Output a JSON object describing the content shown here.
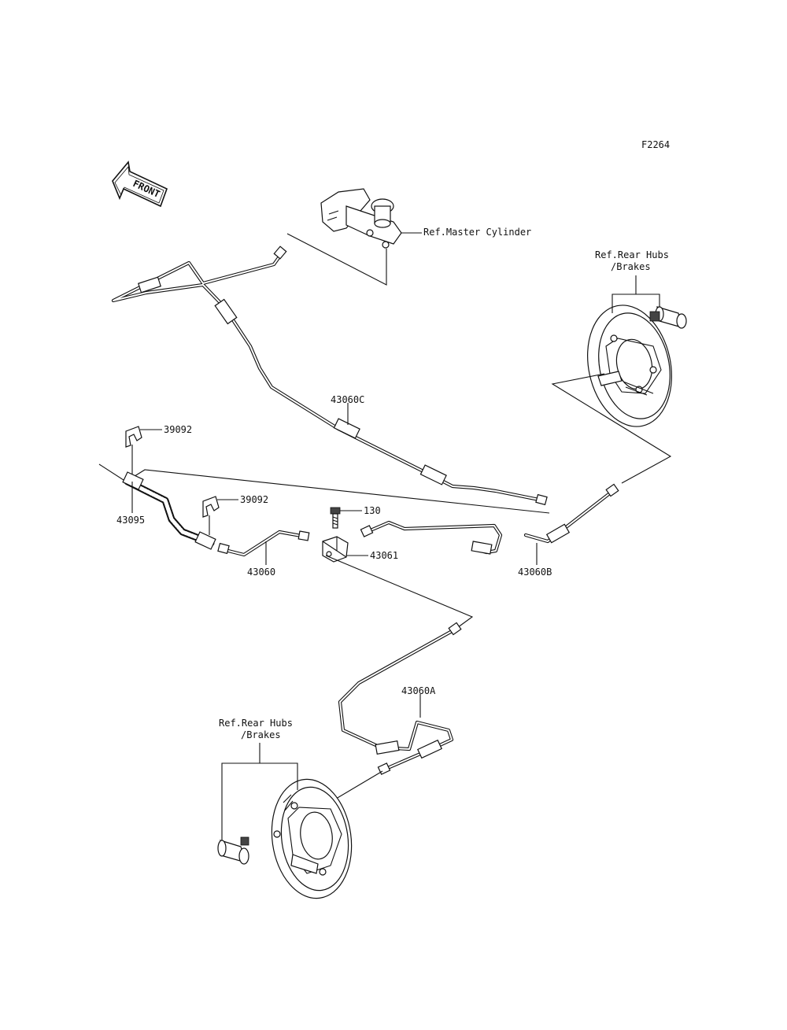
{
  "diagram_code": "F2264",
  "front_label": "FRONT",
  "refs": {
    "master_cylinder": "Ref.Master Cylinder",
    "rear_hubs_right_l1": "Ref.Rear Hubs",
    "rear_hubs_right_l2": "/Brakes",
    "rear_hubs_left_l1": "Ref.Rear Hubs",
    "rear_hubs_left_l2": "/Brakes"
  },
  "parts": {
    "p43060C": "43060C",
    "p39092_a": "39092",
    "p39092_b": "39092",
    "p43095": "43095",
    "p43060": "43060",
    "p130": "130",
    "p43061": "43061",
    "p43060B": "43060B",
    "p43060A": "43060A"
  }
}
